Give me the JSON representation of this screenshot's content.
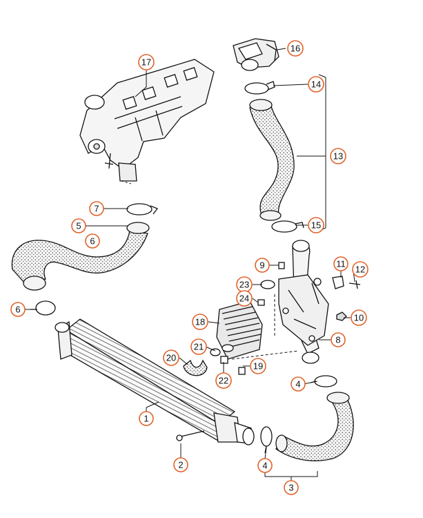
{
  "callouts": [
    {
      "id": "1",
      "label": "1"
    },
    {
      "id": "2",
      "label": "2"
    },
    {
      "id": "3",
      "label": "3"
    },
    {
      "id": "4a",
      "label": "4"
    },
    {
      "id": "4b",
      "label": "4"
    },
    {
      "id": "5",
      "label": "5"
    },
    {
      "id": "6a",
      "label": "6"
    },
    {
      "id": "6b",
      "label": "6"
    },
    {
      "id": "7",
      "label": "7"
    },
    {
      "id": "8",
      "label": "8"
    },
    {
      "id": "9",
      "label": "9"
    },
    {
      "id": "10",
      "label": "10"
    },
    {
      "id": "11",
      "label": "11"
    },
    {
      "id": "12",
      "label": "12"
    },
    {
      "id": "13",
      "label": "13"
    },
    {
      "id": "14",
      "label": "14"
    },
    {
      "id": "15",
      "label": "15"
    },
    {
      "id": "16",
      "label": "16"
    },
    {
      "id": "17",
      "label": "17"
    },
    {
      "id": "18",
      "label": "18"
    },
    {
      "id": "19",
      "label": "19"
    },
    {
      "id": "20",
      "label": "20"
    },
    {
      "id": "21",
      "label": "21"
    },
    {
      "id": "22",
      "label": "22"
    },
    {
      "id": "23",
      "label": "23"
    },
    {
      "id": "24",
      "label": "24"
    }
  ],
  "colors": {
    "callout_ring": "#e0622a",
    "line": "#111111",
    "hose_fill": "#f3f3f3"
  }
}
